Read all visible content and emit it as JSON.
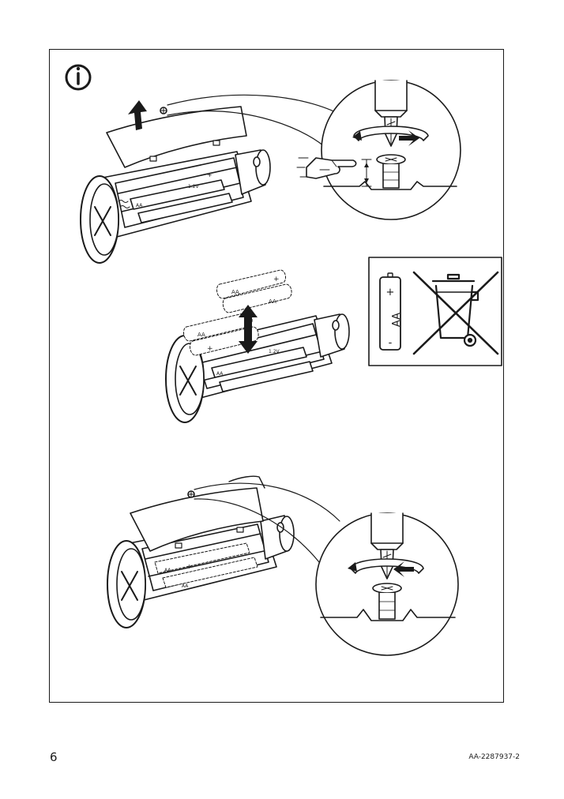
{
  "page": {
    "number": "6",
    "doc_code": "AA-2287937-2"
  },
  "icons": {
    "info": "info-circle-icon",
    "weee": "crossed-out-wheelie-bin-icon",
    "battery": "aa-battery-icon",
    "screwdriver": "screwdriver-icon",
    "hand": "pointing-hand-icon"
  },
  "battery_label": {
    "plus": "+",
    "type": "AA",
    "minus": "-"
  },
  "cell_marks": {
    "aa": "AA",
    "v": "1.2V",
    "plus": "+",
    "minus": "-"
  }
}
